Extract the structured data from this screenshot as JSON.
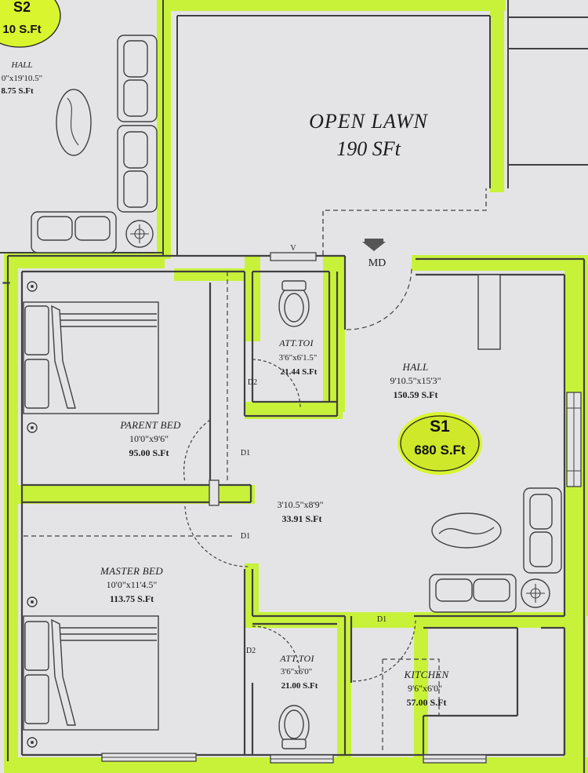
{
  "colors": {
    "paper": "#e4e4e6",
    "wall": "#404042",
    "highlight": "#c8f23a",
    "text": "#1c1c1c"
  },
  "s2": {
    "code": "S2",
    "area": "10 S.Ft",
    "hall_label": "HALL",
    "hall_dim": "0\"x19'10.5\"",
    "hall_area": "8.75 S.Ft"
  },
  "lawn": {
    "label": "OPEN LAWN",
    "area": "190 SFt"
  },
  "markers": {
    "v": "V",
    "md": "MD",
    "d1_top": "D1",
    "d1_mid": "D1",
    "d1_bottom": "D1",
    "d2_top": "D2",
    "d2_bottom": "D2"
  },
  "att_toi_top": {
    "label": "ATT.TOI",
    "dim": "3'6\"x6'1.5\"",
    "area": "21.44 S.Ft"
  },
  "hall": {
    "label": "HALL",
    "dim": "9'10.5\"x15'3\"",
    "area": "150.59 S.Ft"
  },
  "s1": {
    "code": "S1",
    "area": "680 S.Ft"
  },
  "parent_bed": {
    "label": "PARENT BED",
    "dim": "10'0\"x9'6\"",
    "area": "95.00 S.Ft"
  },
  "passage": {
    "dim": "3'10.5\"x8'9\"",
    "area": "33.91 S.Ft"
  },
  "master_bed": {
    "label": "MASTER BED",
    "dim": "10'0\"x11'4.5\"",
    "area": "113.75 S.Ft"
  },
  "att_toi_bottom": {
    "label": "ATT.TOI",
    "dim": "3'6\"x6'0\"",
    "area": "21.00 S.Ft"
  },
  "kitchen": {
    "label": "KITCHEN",
    "dim": "9'6\"x6'0\"",
    "area": "57.00 S.Ft"
  }
}
